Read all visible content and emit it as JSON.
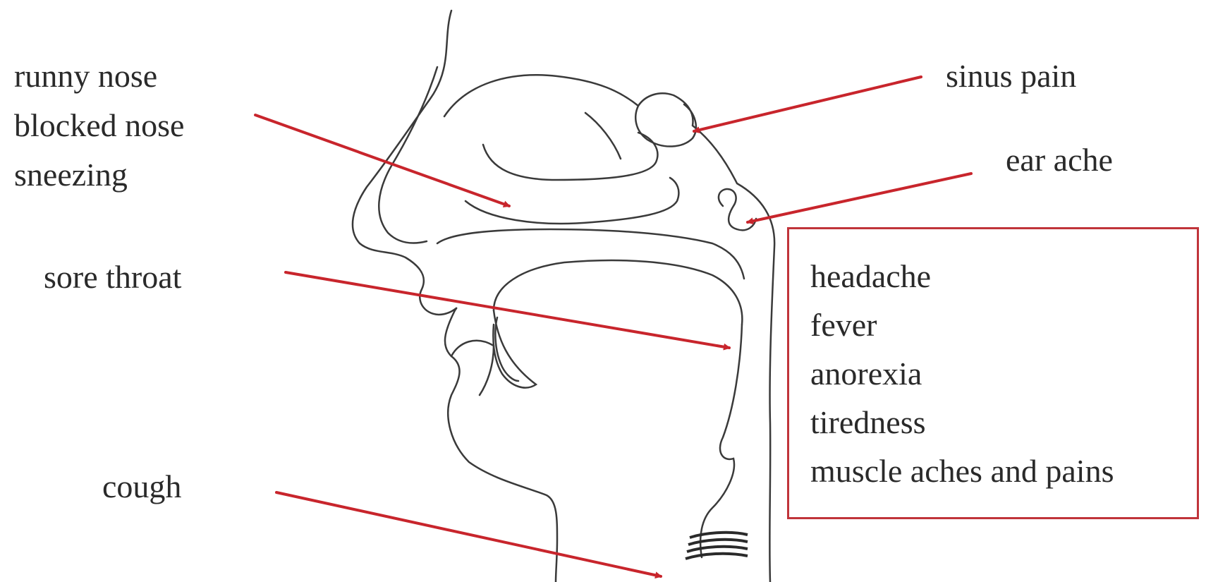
{
  "colors": {
    "arrow": "#c8252c",
    "outline": "#3a3a3a",
    "box_border": "#c0343a",
    "text": "#2a2a2a"
  },
  "labels": {
    "nose": [
      "runny nose",
      "blocked nose",
      "sneezing"
    ],
    "sinus": "sinus pain",
    "ear": "ear ache",
    "throat": "sore throat",
    "cough": "cough"
  },
  "box": {
    "items": [
      "headache",
      "fever",
      "anorexia",
      "tiredness",
      "muscle aches and pains"
    ]
  }
}
